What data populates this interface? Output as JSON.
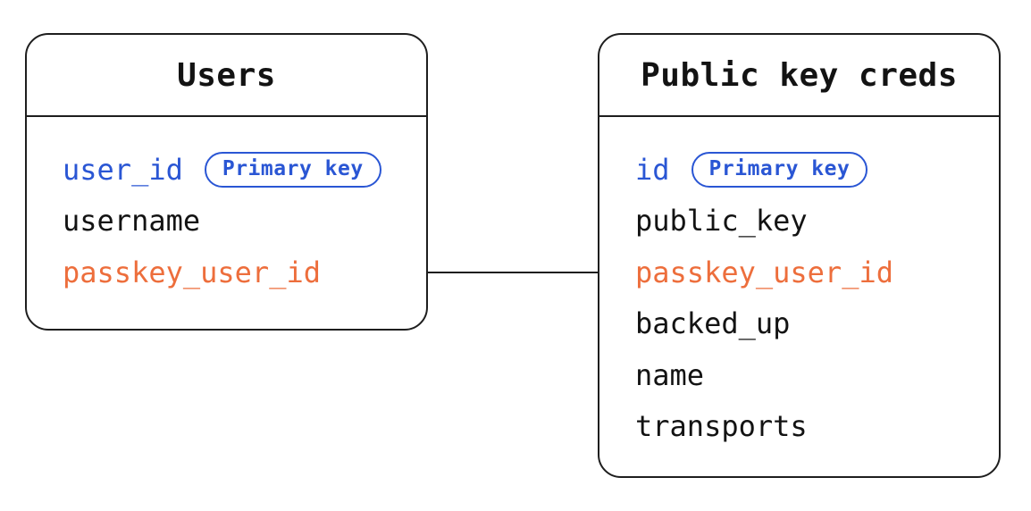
{
  "colors": {
    "background": "#ffffff",
    "node_border": "#1e1e1e",
    "field_text": "#131313",
    "primary_key_blue": "#2a56d4",
    "linked_field_orange": "#ed6e3c"
  },
  "tables": [
    {
      "title": "Users",
      "fields": [
        {
          "name": "user_id",
          "badge": "Primary key"
        },
        {
          "name": "username"
        },
        {
          "name": "passkey_user_id"
        }
      ]
    },
    {
      "title": "Public key creds",
      "fields": [
        {
          "name": "id",
          "badge": "Primary key"
        },
        {
          "name": "public_key"
        },
        {
          "name": "passkey_user_id"
        },
        {
          "name": "backed_up"
        },
        {
          "name": "name"
        },
        {
          "name": "transports"
        }
      ]
    }
  ],
  "relationship": {
    "from_table": "Users",
    "from_field": "passkey_user_id",
    "to_table": "Public key creds",
    "to_field": "passkey_user_id"
  }
}
